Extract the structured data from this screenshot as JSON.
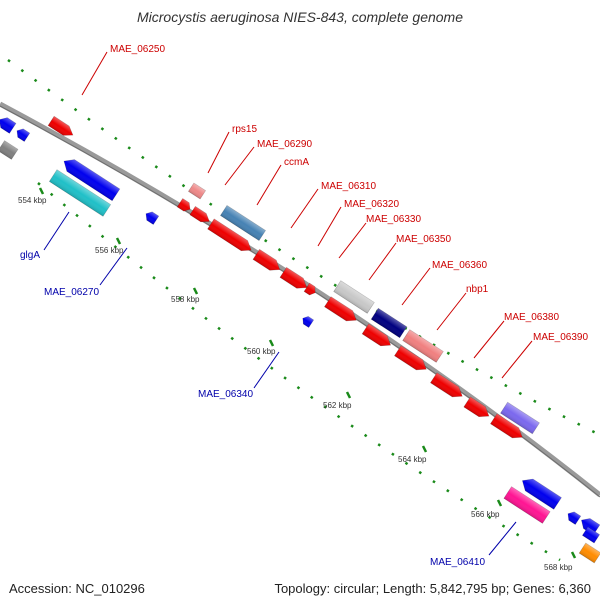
{
  "title": "Microcystis aeruginosa NIES-843, complete genome",
  "accession_text": "Accession: NC_010296",
  "summary_text": "Topology: circular; Length: 5,842,795 bp; Genes: 6,360",
  "colors": {
    "backbone": "#8a8a8a",
    "forward_label": "#cc0000",
    "reverse_label": "#0000aa",
    "tick": "#1a8a1a"
  },
  "ticks": [
    "554 kbp",
    "556 kbp",
    "558 kbp",
    "560 kbp",
    "562 kbp",
    "564 kbp",
    "566 kbp",
    "568 kbp"
  ],
  "forward_gene_labels": [
    "MAE_06250",
    "rps15",
    "MAE_06290",
    "ccmA",
    "MAE_06310",
    "MAE_06320",
    "MAE_06330",
    "MAE_06350",
    "MAE_06360",
    "nbp1",
    "MAE_06380",
    "MAE_06390"
  ],
  "reverse_gene_labels": [
    "glgA",
    "MAE_06270",
    "MAE_06340",
    "MAE_06410"
  ]
}
